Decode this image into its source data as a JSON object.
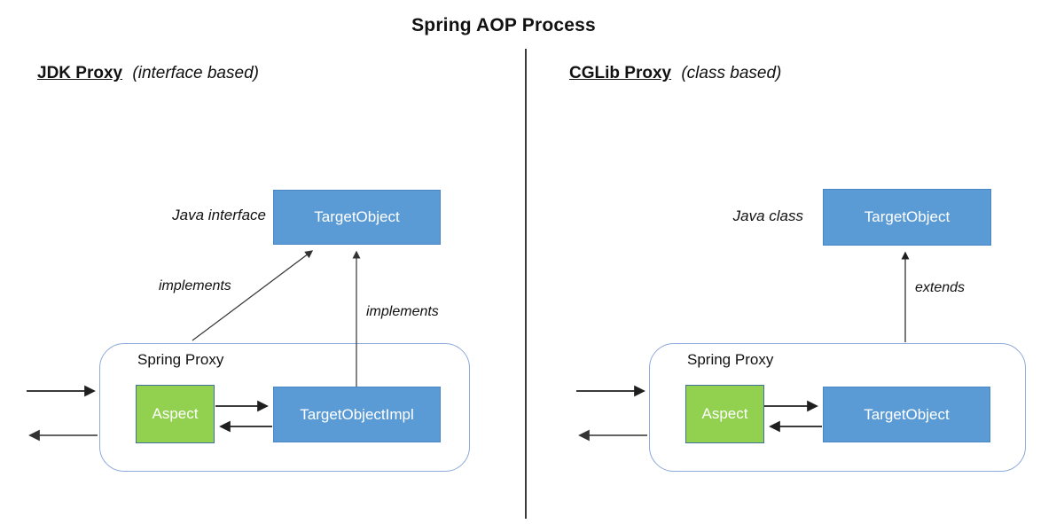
{
  "title": "Spring AOP Process",
  "colors": {
    "box_blue": "#5B9BD5",
    "box_green": "#92D050",
    "box_border": "#41719C",
    "container_border": "#8EA9DB",
    "arrow": "#1f1f1f"
  },
  "left": {
    "heading": "JDK Proxy",
    "heading_note": "(interface based)",
    "type_label": "Java interface",
    "target_box": "TargetObject",
    "container_label": "Spring Proxy",
    "aspect_box": "Aspect",
    "impl_box": "TargetObjectImpl",
    "edge_labels": {
      "diagonal": "implements",
      "vertical": "implements"
    }
  },
  "right": {
    "heading": "CGLib Proxy",
    "heading_note": "(class based)",
    "type_label": "Java class",
    "target_box": "TargetObject",
    "container_label": "Spring Proxy",
    "aspect_box": "Aspect",
    "impl_box": "TargetObject",
    "edge_labels": {
      "vertical": "extends"
    }
  }
}
